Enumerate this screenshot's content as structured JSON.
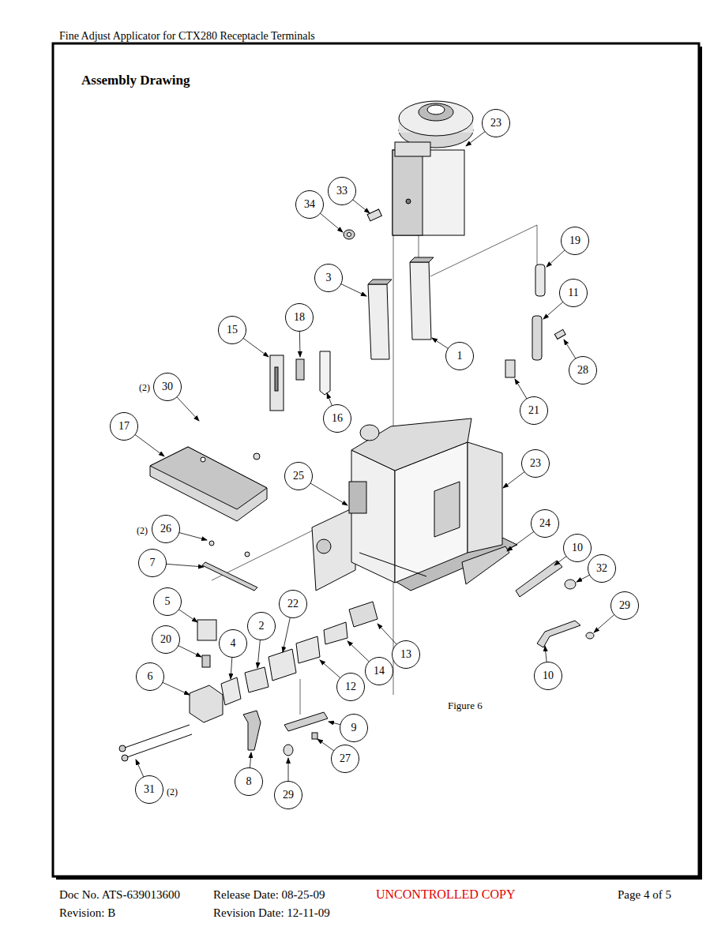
{
  "diagram": {
    "title": "Assembly Drawing",
    "caption": "Figure 6",
    "nodes": [
      {
        "text": [
          "23"
        ]
      },
      {
        "text": [
          "33"
        ]
      },
      {
        "text": [
          "34"
        ]
      },
      {
        "text": [
          "19"
        ]
      },
      {
        "text": [
          "3"
        ]
      },
      {
        "text": [
          "11"
        ]
      },
      {
        "text": [
          "18"
        ]
      },
      {
        "text": [
          "15"
        ]
      },
      {
        "text": [
          "1"
        ]
      },
      {
        "text": [
          "28"
        ]
      },
      {
        "text": [
          "30"
        ]
      },
      {
        "text": [
          "21"
        ]
      },
      {
        "text": [
          "16"
        ]
      },
      {
        "text": [
          "17"
        ]
      },
      {
        "text": [
          "23"
        ]
      },
      {
        "text": [
          "25"
        ]
      },
      {
        "text": [
          "24"
        ]
      },
      {
        "text": [
          "26"
        ]
      },
      {
        "text": [
          "10"
        ]
      },
      {
        "text": [
          "7"
        ]
      },
      {
        "text": [
          "32"
        ]
      },
      {
        "text": [
          "5"
        ]
      },
      {
        "text": [
          "22"
        ]
      },
      {
        "text": [
          "29"
        ]
      },
      {
        "text": [
          "2"
        ]
      },
      {
        "text": [
          "20"
        ]
      },
      {
        "text": [
          "4"
        ]
      },
      {
        "text": [
          "13"
        ]
      },
      {
        "text": [
          "14"
        ]
      },
      {
        "text": [
          "10"
        ]
      },
      {
        "text": [
          "6"
        ]
      },
      {
        "text": [
          "12"
        ]
      },
      {
        "text": [
          "9"
        ]
      },
      {
        "text": [
          "27"
        ]
      },
      {
        "text": [
          "8"
        ]
      },
      {
        "text": [
          "31"
        ]
      },
      {
        "text": [
          "29"
        ]
      }
    ],
    "labels": [
      "Fine Adjust Applicator for CTX280 Receptacle Terminals",
      "(2)",
      "(2)",
      "(2)",
      "Doc No. ATS-639013600",
      "Release Date: 08-25-09",
      "UNCONTROLLED COPY",
      "Page 4 of 5",
      "Revision: B",
      "Revision Date: 12-11-09"
    ]
  }
}
